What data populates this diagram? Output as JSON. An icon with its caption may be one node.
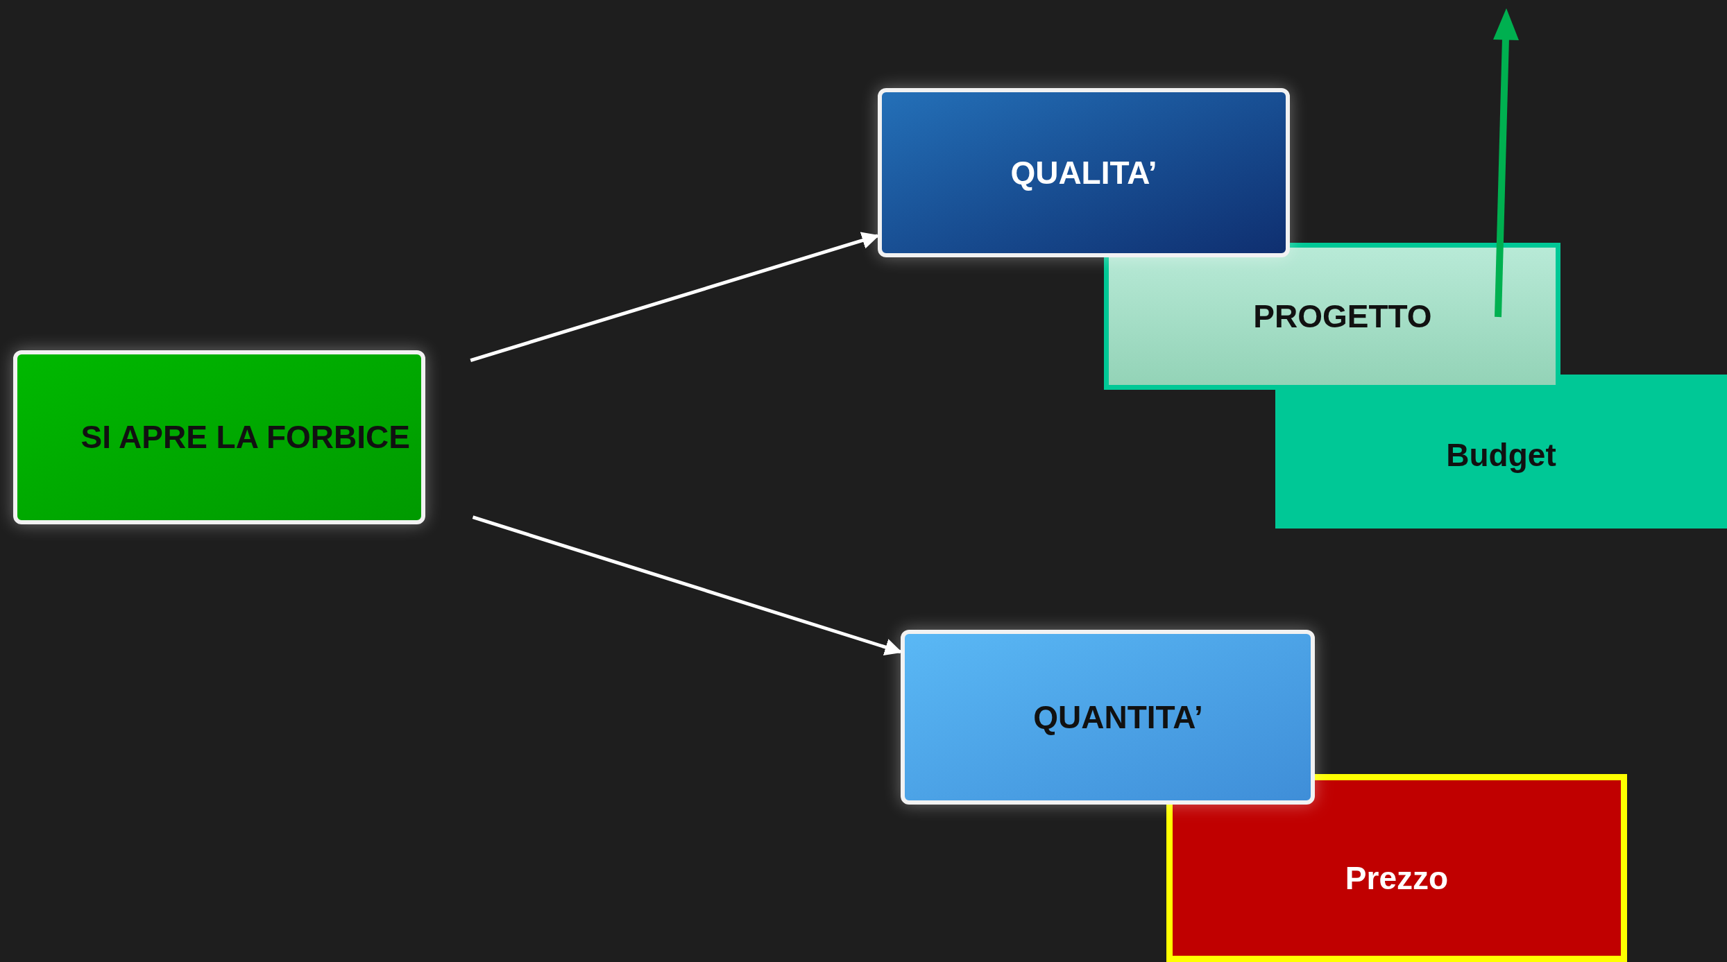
{
  "diagram": {
    "nodes": [
      {
        "text": [
          "SI APRE LA FORBICE"
        ]
      },
      {
        "text": [
          "QUALITA’"
        ]
      },
      {
        "text": [
          "PROGETTO"
        ]
      },
      {
        "text": [
          "Budget"
        ]
      },
      {
        "text": [
          "QUANTITA’"
        ]
      },
      {
        "text": [
          "Prezzo"
        ]
      }
    ],
    "edges": [
      {
        "from": 0,
        "to": 1,
        "arrow": "to"
      },
      {
        "from": 0,
        "to": 4,
        "arrow": "to"
      }
    ]
  }
}
